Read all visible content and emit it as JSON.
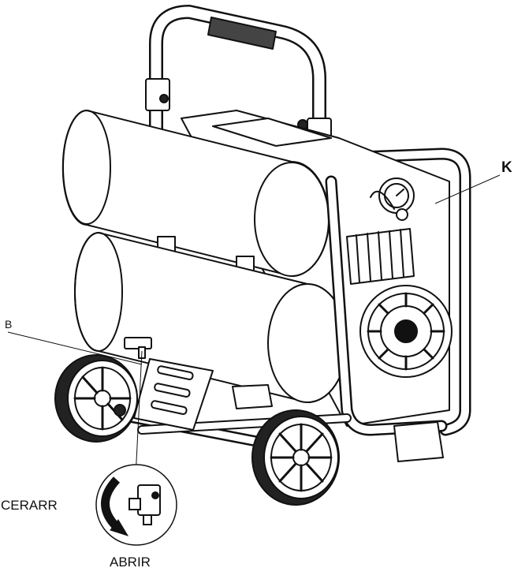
{
  "callouts": {
    "pressure_gauge_label": "K",
    "drain_valve_label": "B",
    "close_label": "CERARR",
    "open_label": "ABRIR"
  },
  "colors": {
    "line": "#111111",
    "background": "#ffffff"
  },
  "icons": [
    "curved-arrow-icon",
    "drain-valve-icon"
  ]
}
